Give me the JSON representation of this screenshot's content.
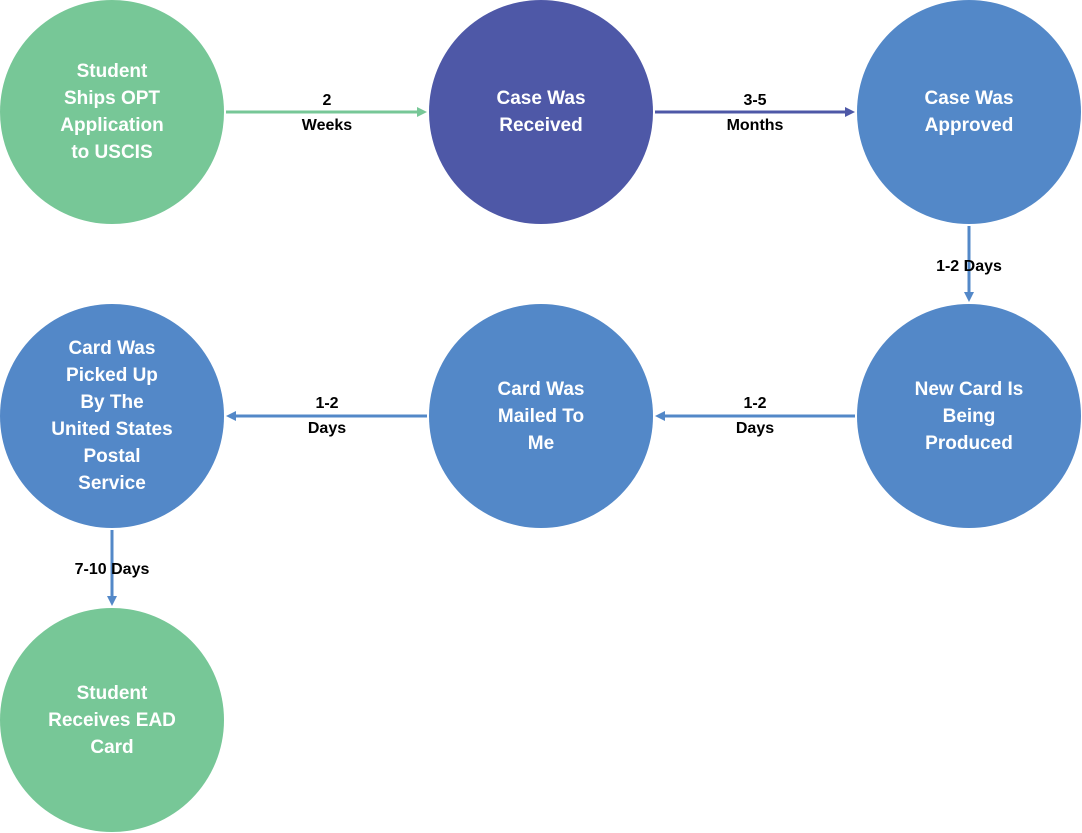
{
  "colors": {
    "green": "#77C797",
    "dark_blue": "#4E58A7",
    "blue": "#5388C8"
  },
  "nodes": [
    {
      "id": "ship",
      "label": "Student\nShips OPT\nApplication\nto USCIS",
      "color": "#77C797"
    },
    {
      "id": "received",
      "label": "Case Was\nReceived",
      "color": "#4E58A7"
    },
    {
      "id": "approved",
      "label": "Case Was\nApproved",
      "color": "#5388C8"
    },
    {
      "id": "produced",
      "label": "New Card Is\nBeing\nProduced",
      "color": "#5388C8"
    },
    {
      "id": "mailed",
      "label": "Card Was\nMailed To\nMe",
      "color": "#5388C8"
    },
    {
      "id": "picked",
      "label": "Card Was\nPicked Up\nBy The\nUnited States\nPostal\nService",
      "color": "#5388C8"
    },
    {
      "id": "receives",
      "label": "Student\nReceives EAD\nCard",
      "color": "#77C797"
    }
  ],
  "edges": [
    {
      "from": "ship",
      "to": "received",
      "label": "2\nWeeks",
      "color": "#77C797"
    },
    {
      "from": "received",
      "to": "approved",
      "label": "3-5\nMonths",
      "color": "#4E58A7"
    },
    {
      "from": "approved",
      "to": "produced",
      "label": "1-2 Days",
      "color": "#5388C8"
    },
    {
      "from": "produced",
      "to": "mailed",
      "label": "1-2\nDays",
      "color": "#5388C8"
    },
    {
      "from": "mailed",
      "to": "picked",
      "label": "1-2\nDays",
      "color": "#5388C8"
    },
    {
      "from": "picked",
      "to": "receives",
      "label": "7-10 Days",
      "color": "#5388C8"
    }
  ]
}
